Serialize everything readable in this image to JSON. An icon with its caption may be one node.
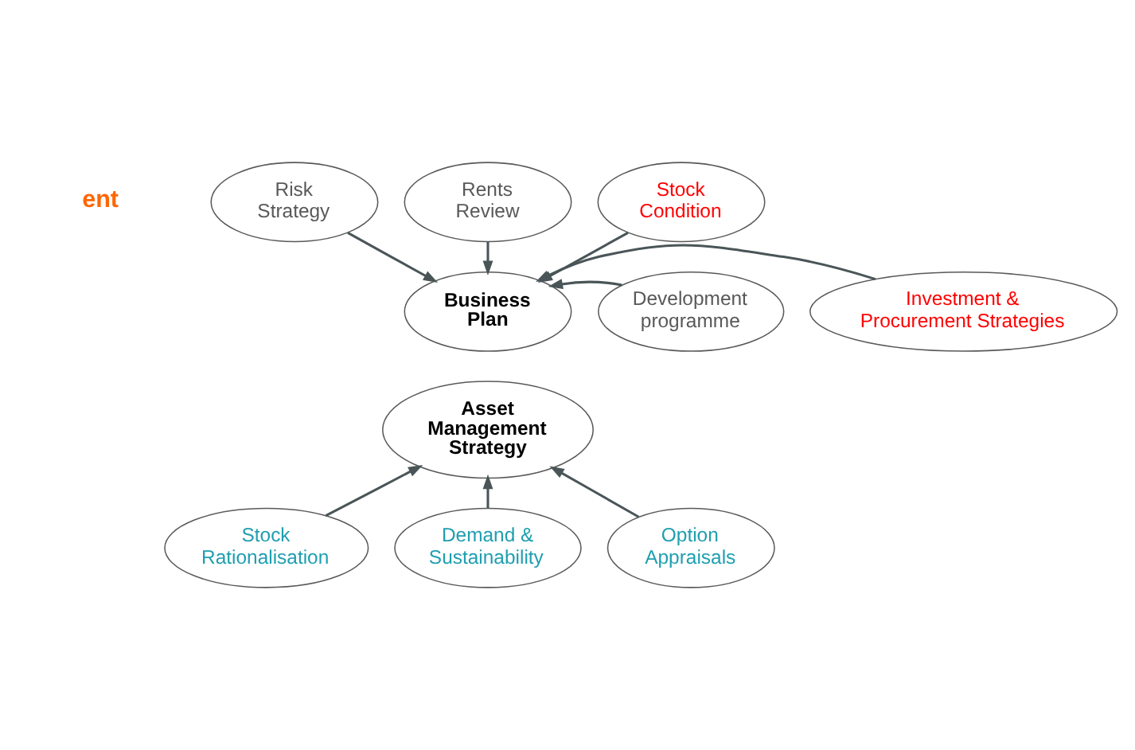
{
  "diagram": {
    "nodes": [
      {
        "text": [
          "Risk Strategy"
        ]
      },
      {
        "text": [
          "Rents Review"
        ]
      },
      {
        "text": [
          "Stock Condition"
        ]
      },
      {
        "text": [
          "Business Plan"
        ]
      },
      {
        "text": [
          "Development programme"
        ]
      },
      {
        "text": [
          "Investment & Procurement Strategies"
        ]
      },
      {
        "text": [
          "Asset Management Strategy"
        ]
      },
      {
        "text": [
          "Stock Rationalisation"
        ]
      },
      {
        "text": [
          "Demand & Sustainability"
        ]
      },
      {
        "text": [
          "Option Appraisals"
        ]
      }
    ],
    "edges": [
      {
        "from": 1,
        "to": 3,
        "arrow": "to"
      },
      {
        "from": 0,
        "to": 3,
        "arrow": "to"
      },
      {
        "from": 2,
        "to": 3,
        "arrow": "to"
      },
      {
        "from": 4,
        "to": 3,
        "arrow": "to"
      },
      {
        "from": 5,
        "to": 3,
        "arrow": "to"
      },
      {
        "from": 7,
        "to": 6,
        "arrow": "to"
      },
      {
        "from": 8,
        "to": 6,
        "arrow": "to"
      },
      {
        "from": 9,
        "to": 6,
        "arrow": "to"
      }
    ],
    "labels": [
      "ent"
    ]
  }
}
